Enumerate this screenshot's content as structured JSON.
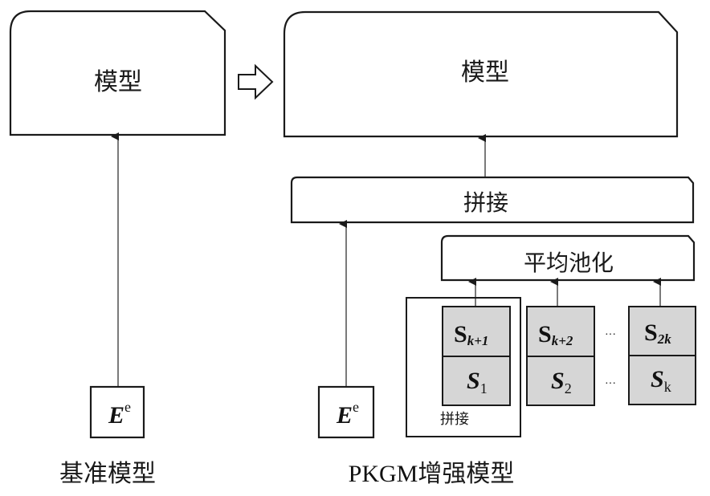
{
  "left_panel": {
    "model_label": "模型",
    "input_symbol": "E",
    "input_superscript": "e",
    "caption": "基准模型"
  },
  "transition_arrow": "hollow-right-arrow",
  "right_panel": {
    "model_label": "模型",
    "concat_label": "拼接",
    "pooling_label": "平均池化",
    "input_symbol": "E",
    "input_superscript": "e",
    "group_label": "拼接",
    "caption_prefix": "PKGM",
    "caption_suffix": "增强模型",
    "ellipsis": "···",
    "columns": [
      {
        "top": {
          "symbol": "S",
          "sub": "k+1"
        },
        "bottom": {
          "symbol": "S",
          "sub": "1"
        }
      },
      {
        "top": {
          "symbol": "S",
          "sub": "k+2"
        },
        "bottom": {
          "symbol": "S",
          "sub": "2"
        }
      },
      {
        "top": {
          "symbol": "S",
          "sub": "2k"
        },
        "bottom": {
          "symbol": "S",
          "sub": "k"
        }
      }
    ]
  },
  "colors": {
    "stroke": "#1a1a1a",
    "cell_fill": "#d6d6d6",
    "background": "#ffffff"
  }
}
